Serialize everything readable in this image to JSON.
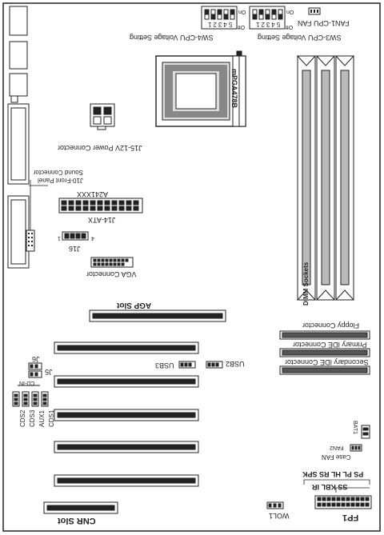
{
  "labels": {
    "fan1": "FAN1-CPU FAN",
    "sw3": "SW3-CPU Voltage Setting",
    "sw4": "SW4-CPU Voltage Setting",
    "on1": "On",
    "off1": "Off",
    "on2": "On",
    "off2": "Off",
    "sw_nums": "54321",
    "socket": "mPGA478B",
    "j15": "J15-12V Power Connector",
    "j10": "J10-Front Panel Sound Connector",
    "a241": "A241XXX",
    "j14": "J14-ATX",
    "j16": "J16",
    "j16_pin1": "1",
    "j16_pin4": "4",
    "vga": "VGA Connector",
    "agp": "AGP Slot",
    "dimm": "DIMM Sockets",
    "floppy": "Floppy Connector",
    "primary_ide": "Primary IDE Connector",
    "secondary_ide": "Secondary IDE Connector",
    "j6": "J6",
    "j5": "J5",
    "usb3": "USB3",
    "usb2": "USB2",
    "cdin": "CD-IN",
    "cds2": "CDS2",
    "cds3": "CDS3",
    "aux1": "AUX1",
    "cds1": "CDS1",
    "bat1": "BAT1",
    "fan2": "FAN2",
    "casefan": "Case FAN",
    "fp_top": "PS PL HL RS SPK",
    "fp_bot": "SS KBL IR",
    "fp1": "FP1",
    "wol1": "WOL1",
    "cnr": "CNR Slot"
  }
}
